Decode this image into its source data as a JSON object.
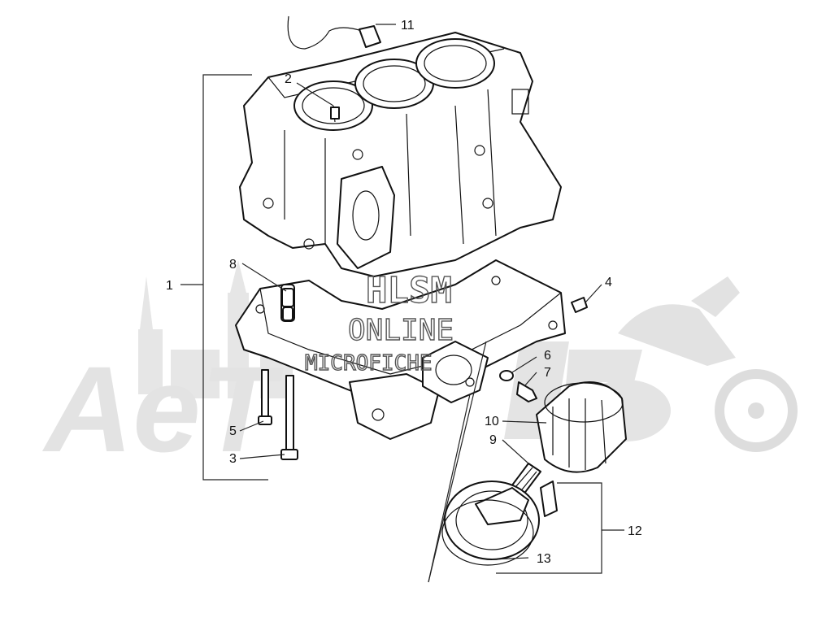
{
  "watermark": {
    "brand": "AeT",
    "hlsm": "HLSM",
    "online": "ONLINE",
    "micro": "MICROFICHE",
    "color": "#e3e3e3"
  },
  "callouts": {
    "c1": "1",
    "c2": "2",
    "c3": "3",
    "c4": "4",
    "c5": "5",
    "c6": "6",
    "c7": "7",
    "c8": "8",
    "c9": "9",
    "c10": "10",
    "c11": "11",
    "c12": "12",
    "c13": "13"
  },
  "icons": {
    "motorcycle": "motorcycle-silhouette-icon",
    "castle": "castle-silhouette-icon"
  }
}
